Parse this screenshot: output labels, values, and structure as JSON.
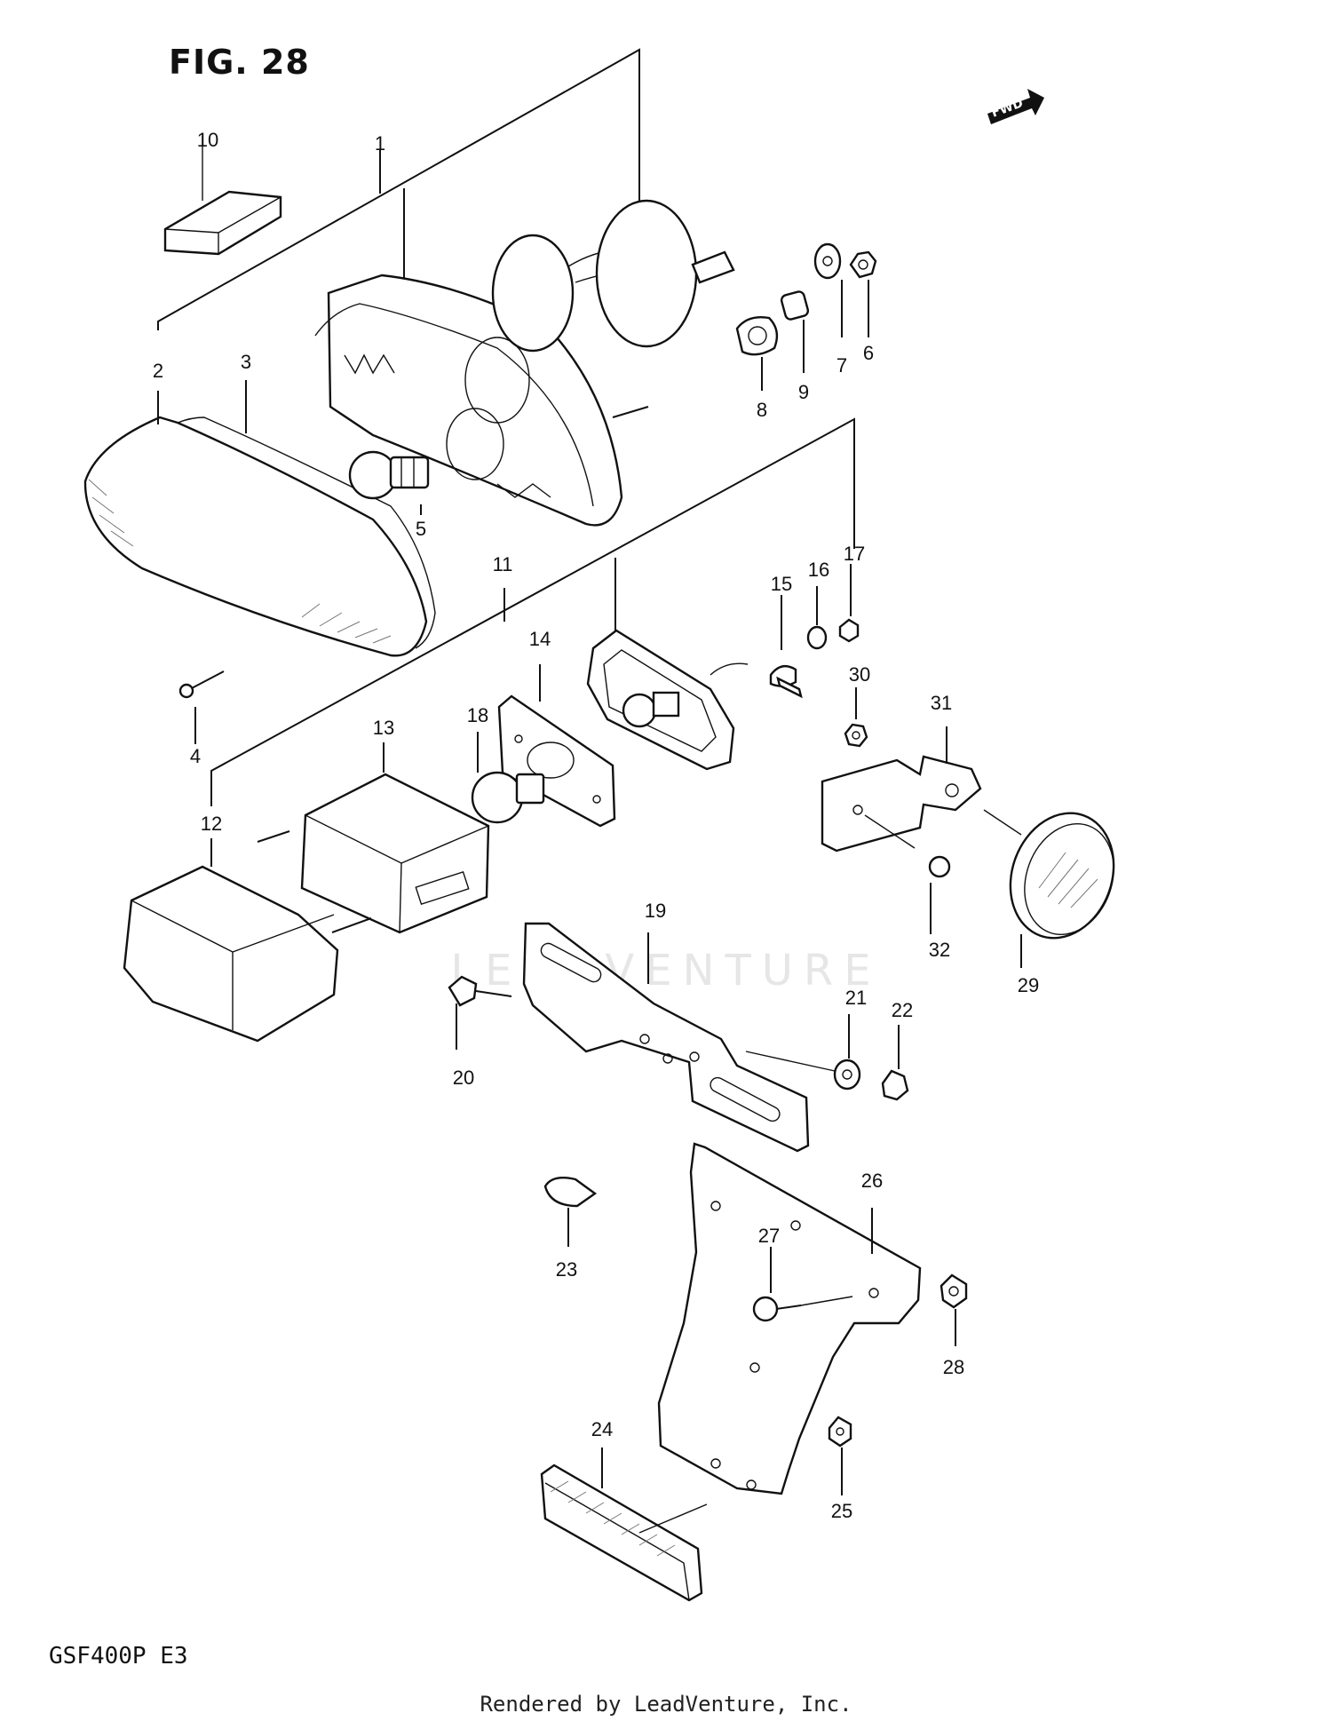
{
  "figure": {
    "title": "FIG. 28",
    "model": "GSF400P  E3",
    "fwd_label": "FWD",
    "footer": "Rendered by LeadVenture, Inc.",
    "watermark": "LEADVENTURE"
  },
  "callouts": [
    {
      "num": "1",
      "part_icon": "tail-light-assembly-icon"
    },
    {
      "num": "2",
      "part_icon": "tail-light-lens-icon"
    },
    {
      "num": "3",
      "part_icon": "lens-gasket-icon"
    },
    {
      "num": "4",
      "part_icon": "screw-icon"
    },
    {
      "num": "5",
      "part_icon": "bulb-icon"
    },
    {
      "num": "6",
      "part_icon": "nut-icon"
    },
    {
      "num": "7",
      "part_icon": "washer-icon"
    },
    {
      "num": "8",
      "part_icon": "cushion-icon"
    },
    {
      "num": "9",
      "part_icon": "spacer-icon"
    },
    {
      "num": "10",
      "part_icon": "cushion-pad-icon"
    },
    {
      "num": "11",
      "part_icon": "license-light-assembly-icon"
    },
    {
      "num": "12",
      "part_icon": "license-light-lens-icon"
    },
    {
      "num": "13",
      "part_icon": "lens-cover-icon"
    },
    {
      "num": "14",
      "part_icon": "gasket-icon"
    },
    {
      "num": "15",
      "part_icon": "cushion-icon"
    },
    {
      "num": "16",
      "part_icon": "washer-icon"
    },
    {
      "num": "17",
      "part_icon": "nut-icon"
    },
    {
      "num": "18",
      "part_icon": "bulb-icon"
    },
    {
      "num": "19",
      "part_icon": "bracket-icon"
    },
    {
      "num": "20",
      "part_icon": "bolt-icon"
    },
    {
      "num": "21",
      "part_icon": "washer-icon"
    },
    {
      "num": "22",
      "part_icon": "nut-icon"
    },
    {
      "num": "23",
      "part_icon": "bulb-icon"
    },
    {
      "num": "24",
      "part_icon": "reflector-icon"
    },
    {
      "num": "25",
      "part_icon": "nut-icon"
    },
    {
      "num": "26",
      "part_icon": "bracket-icon"
    },
    {
      "num": "27",
      "part_icon": "screw-icon"
    },
    {
      "num": "28",
      "part_icon": "nut-icon"
    },
    {
      "num": "29",
      "part_icon": "reflector-icon"
    },
    {
      "num": "30",
      "part_icon": "nut-icon"
    },
    {
      "num": "31",
      "part_icon": "bracket-icon"
    },
    {
      "num": "32",
      "part_icon": "screw-icon"
    }
  ]
}
